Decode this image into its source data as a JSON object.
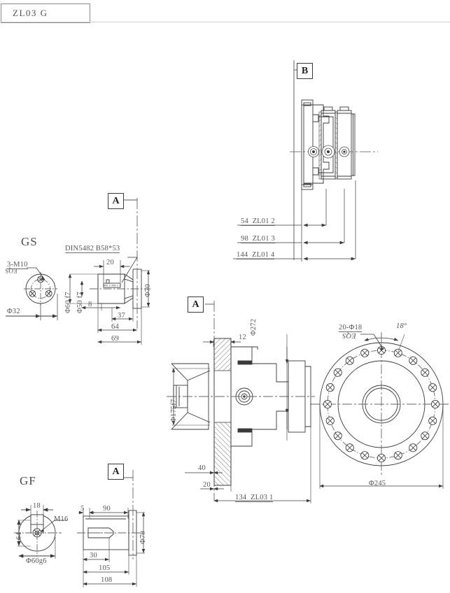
{
  "sheet": {
    "title": "ZL03 G",
    "bg_color": "#ffffff",
    "line_color": "#3a3a3a",
    "text_color": "#585858"
  },
  "section_marks": [
    {
      "id": "b-top",
      "label": "B"
    },
    {
      "id": "a-gs",
      "label": "A"
    },
    {
      "id": "a-middle",
      "label": "A"
    },
    {
      "id": "a-gf",
      "label": "A"
    }
  ],
  "views": {
    "gs": {
      "title": "GS",
      "face": {
        "thread_note": "3-M10",
        "thread_eqs": "EQS",
        "bolt_circle": "Φ32"
      },
      "side": {
        "spline_spec": "DIN5482 B58*53",
        "key_len": "20",
        "dia_outer": "Φ70",
        "dia_60": "Φ60 f7",
        "dia_50": "Φ50 f7",
        "d8": "8",
        "d37": "37",
        "d64": "64",
        "d69": "69"
      }
    },
    "gf": {
      "title": "GF",
      "face": {
        "key_width": "18",
        "across_flats": "64",
        "center_thread": "M16",
        "shaft_dia": "Φ60g6"
      },
      "side": {
        "d5": "5",
        "d90": "90",
        "d30": "30",
        "d105": "105",
        "d108": "108",
        "dia_outer": "Φ70"
      }
    },
    "section_b": {
      "dims": [
        {
          "value": "54",
          "ref": "ZL01 2"
        },
        {
          "value": "98",
          "ref": "ZL01 3"
        },
        {
          "value": "144",
          "ref": "ZL01 4"
        }
      ]
    },
    "section_a": {
      "bore_dia": "Φ175f7",
      "flange_dia": "Φ272",
      "d12": "12",
      "d40": "40",
      "d20": "20",
      "overall": {
        "value": "134",
        "ref": "ZL03 1"
      }
    },
    "flange_front": {
      "hole_note": "20-Φ18",
      "hole_eqs": "EQS",
      "angle": "18°",
      "pitch_dia": "Φ245"
    }
  }
}
